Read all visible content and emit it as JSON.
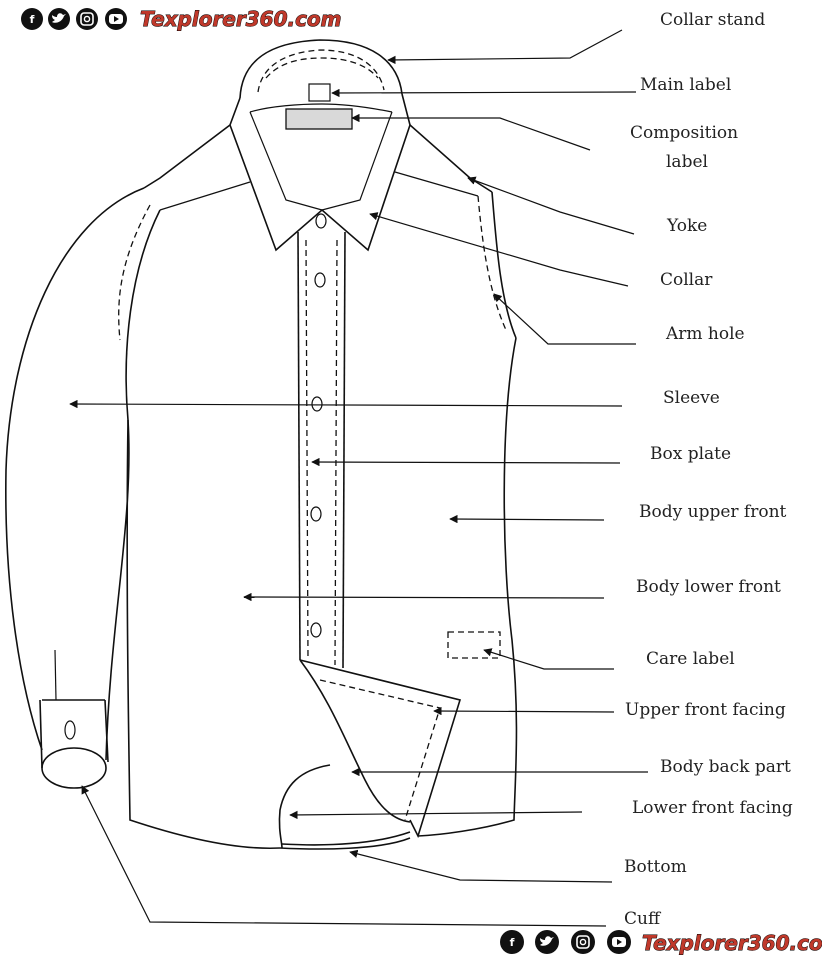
{
  "brand": {
    "name": "Texplorer360.com",
    "social_icons": [
      "facebook-icon",
      "twitter-icon",
      "instagram-icon",
      "youtube-icon"
    ],
    "accent_color": "#c0392b"
  },
  "labels": {
    "collar_stand": "Collar stand",
    "main_label": "Main label",
    "composition_label_line1": "Composition",
    "composition_label_line2": "label",
    "yoke": "Yoke",
    "collar": "Collar",
    "arm_hole": "Arm hole",
    "sleeve": "Sleeve",
    "box_plate": "Box plate",
    "body_upper_front": "Body upper front",
    "body_lower_front": "Body lower front",
    "care_label": "Care label",
    "upper_front_facing": "Upper front facing",
    "body_back_part": "Body back part",
    "lower_front_facing": "Lower front facing",
    "bottom": "Bottom",
    "cuff": "Cuff"
  }
}
